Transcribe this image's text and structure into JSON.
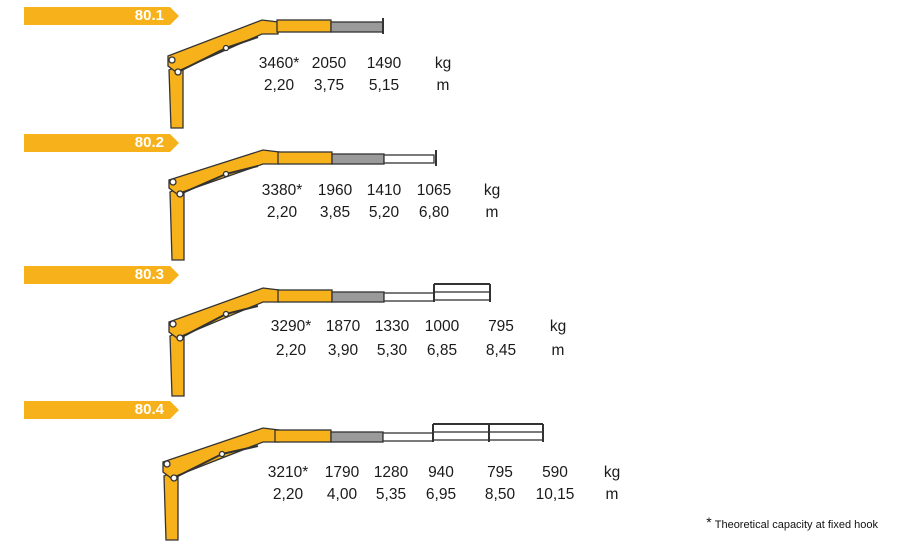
{
  "colors": {
    "accent": "#F7B21B",
    "boom_gray": "#9A9A9A",
    "outline": "#333333"
  },
  "models": [
    {
      "label": "80.1",
      "capacities": [
        "3460*",
        "2050",
        "1490"
      ],
      "capacity_unit": "kg",
      "outreaches": [
        "2,20",
        "3,75",
        "5,15"
      ],
      "outreach_unit": "m"
    },
    {
      "label": "80.2",
      "capacities": [
        "3380*",
        "1960",
        "1410",
        "1065"
      ],
      "capacity_unit": "kg",
      "outreaches": [
        "2,20",
        "3,85",
        "5,20",
        "6,80"
      ],
      "outreach_unit": "m"
    },
    {
      "label": "80.3",
      "capacities": [
        "3290*",
        "1870",
        "1330",
        "1000",
        "795"
      ],
      "capacity_unit": "kg",
      "outreaches": [
        "2,20",
        "3,90",
        "5,30",
        "6,85",
        "8,45"
      ],
      "outreach_unit": "m"
    },
    {
      "label": "80.4",
      "capacities": [
        "3210*",
        "1790",
        "1280",
        "940",
        "795",
        "590"
      ],
      "capacity_unit": "kg",
      "outreaches": [
        "2,20",
        "4,00",
        "5,35",
        "6,95",
        "8,50",
        "10,15"
      ],
      "outreach_unit": "m"
    }
  ],
  "footnote": {
    "symbol": "*",
    "text": "Theoretical capacity at fixed hook"
  }
}
